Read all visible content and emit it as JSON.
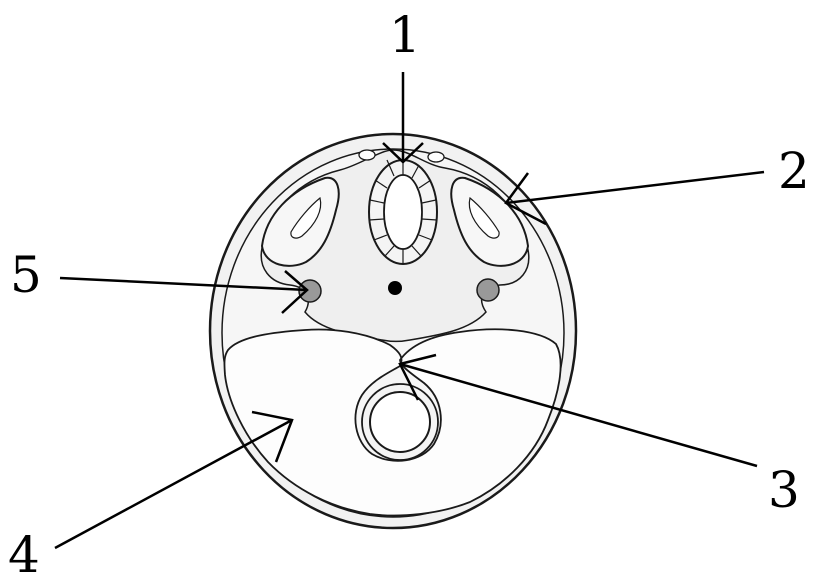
{
  "labels": [
    "1",
    "2",
    "3",
    "4",
    "5"
  ],
  "colors": {
    "outline": "#1a1a1a",
    "section_fill": "#f2f2f2",
    "body_fill": "#fafafa",
    "cavity_fill": "#fdfdfd",
    "vessel_fill": "#999999",
    "dot_fill": "#000000",
    "arrow": "#000000"
  }
}
